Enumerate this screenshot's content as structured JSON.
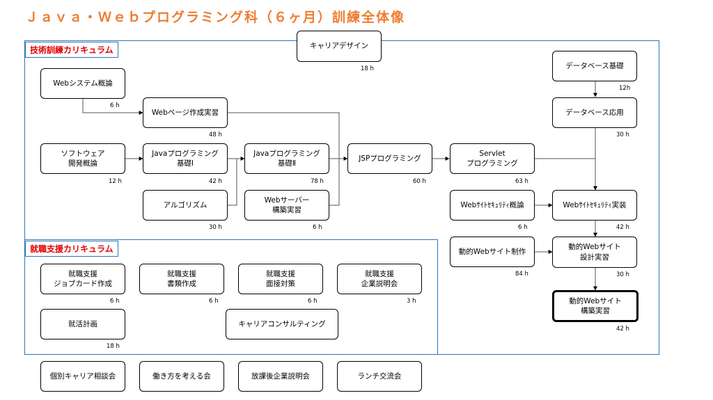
{
  "title": "Ｊａｖａ・Ｗｅｂプログラミング科（６ヶ月）訓練全体像",
  "sections": {
    "technical": "技術訓練カリキュラム",
    "career": "就職支援カリキュラム"
  },
  "nodes": {
    "career_design": "キャリアデザイン",
    "web_system": "Webシステム概論",
    "web_page": "Webページ作成実習",
    "software": "ソフトウェア\n開発概論",
    "java1": "Javaプログラミング\n基礎Ⅰ",
    "java2": "Javaプログラミング\n基礎Ⅱ",
    "jsp": "JSPプログラミング",
    "servlet": "Servlet\nプログラミング",
    "algorithm": "アルゴリズム",
    "web_server": "Webサーバー\n構築実習",
    "db_basic": "データベース基礎",
    "db_apply": "データベース応用",
    "web_security_intro": "Webｻｲﾄｾｷｭﾘﾃｨ概論",
    "web_security_impl": "Webｻｲﾄｾｷｭﾘﾃｨ実装",
    "dynamic_make": "動的Webサイト制作",
    "dynamic_design": "動的Webサイト\n設計実習",
    "dynamic_build": "動的Webサイト\n構築実習",
    "job_card": "就職支援\nジョブカード作成",
    "documents": "就職支援\n書類作成",
    "interview": "就職支援\n面接対策",
    "company": "就職支援\n企業説明会",
    "job_plan": "就活計画",
    "consulting": "キャリアコンサルティング",
    "indiv_consult": "個別キャリア相談会",
    "work_style": "働き方を考える会",
    "after_school": "放課後企業説明会",
    "lunch": "ランチ交流会"
  },
  "hours": {
    "career_design": "18 h",
    "web_system": "6 h",
    "web_page": "48 h",
    "software": "12 h",
    "java1": "42 h",
    "java2": "78 h",
    "jsp": "60 h",
    "servlet": "63 h",
    "algorithm": "30 h",
    "web_server": "6 h",
    "db_basic": "12h",
    "db_apply": "30 h",
    "web_security_intro": "6 h",
    "web_security_impl": "42 h",
    "dynamic_make": "84 h",
    "dynamic_design": "30 h",
    "dynamic_build": "42 h",
    "job_card": "6 h",
    "documents": "6 h",
    "interview": "6 h",
    "company": "3 h",
    "job_plan": "18 h"
  }
}
